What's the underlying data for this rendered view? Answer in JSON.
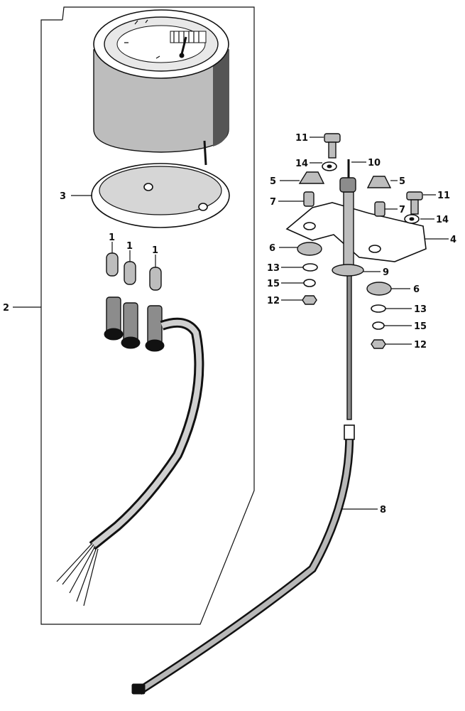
{
  "callouts": {
    "c1a": "1",
    "c1b": "1",
    "c1c": "1",
    "c2": "2",
    "c3": "3",
    "c4": "4",
    "c5a": "5",
    "c5b": "5",
    "c6a": "6",
    "c6b": "6",
    "c7a": "7",
    "c7b": "7",
    "c8": "8",
    "c9": "9",
    "c10": "10",
    "c11a": "11",
    "c11b": "11",
    "c12a": "12",
    "c12b": "12",
    "c13a": "13",
    "c13b": "13",
    "c14a": "14",
    "c14b": "14",
    "c15a": "15",
    "c15b": "15"
  },
  "colors": {
    "ink": "#111111",
    "paper": "#ffffff",
    "shade": "#bdbdbd"
  }
}
